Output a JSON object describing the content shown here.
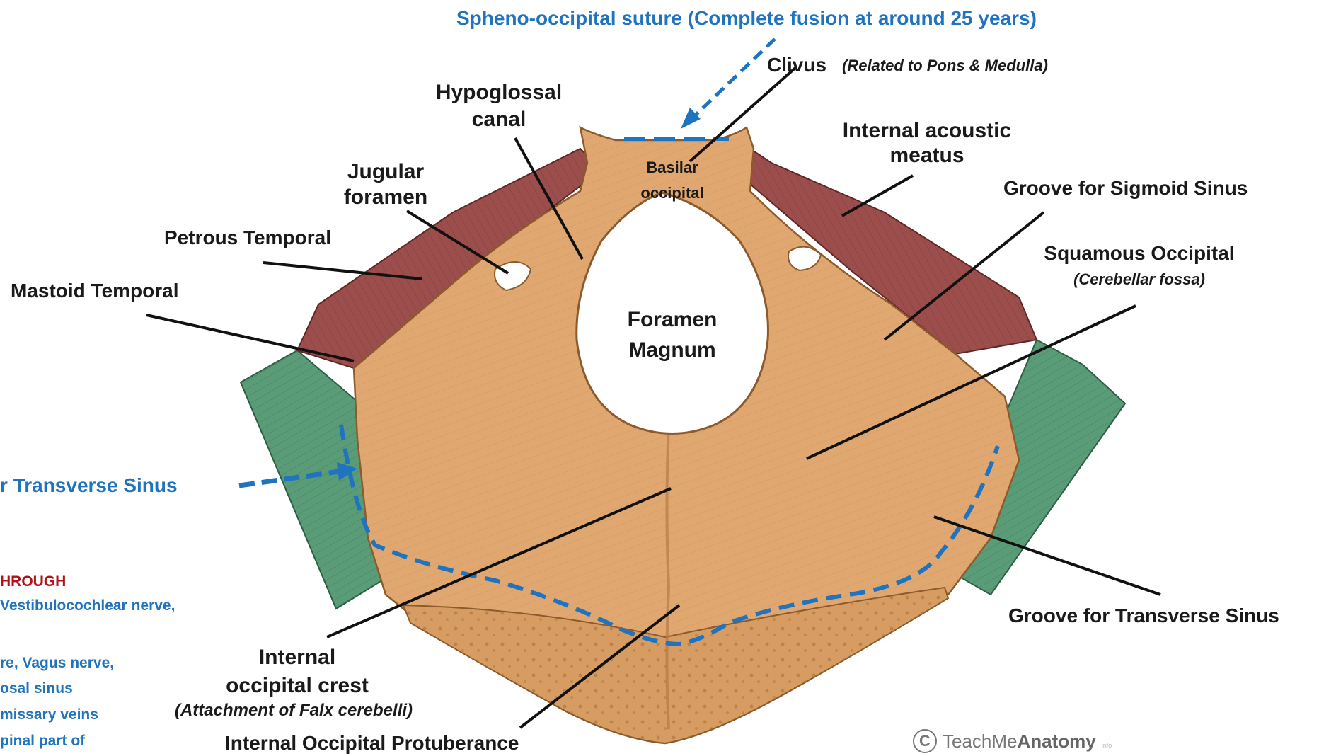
{
  "labels": {
    "spheno_occipital": "Spheno-occipital suture (Complete fusion at around 25 years)",
    "clivus": "Clivus",
    "clivus_note": "(Related to Pons & Medulla)",
    "hypoglossal_1": "Hypoglossal",
    "hypoglossal_2": "canal",
    "internal_acoustic_1": "Internal acoustic",
    "internal_acoustic_2": "meatus",
    "basilar_1": "Basilar",
    "basilar_2": "occipital",
    "jugular_1": "Jugular",
    "jugular_2": "foramen",
    "groove_sigmoid": "Groove for Sigmoid Sinus",
    "petrous_temporal": "Petrous Temporal",
    "squamous_occipital": "Squamous Occipital",
    "squamous_note": "(Cerebellar fossa)",
    "mastoid_temporal": "Mastoid Temporal",
    "foramen_1": "Foramen",
    "foramen_2": "Magnum",
    "groove_transverse_left": "r Transverse Sinus",
    "groove_transverse_right": "Groove for Transverse Sinus",
    "internal_crest_1": "Internal",
    "internal_crest_2": "occipital crest",
    "internal_crest_note": "(Attachment of Falx cerebelli)",
    "protuberance": "Internal Occipital Protuberance"
  },
  "side_note": {
    "heading": "HROUGH",
    "lines": [
      "Vestibulocochlear nerve,",
      "re, Vagus nerve,",
      "osal sinus",
      "missary veins",
      "pinal part of"
    ]
  },
  "watermark": {
    "symbol": "C",
    "brand_plain": "TeachMe",
    "brand_bold": "Anatomy",
    "brand_suffix": "info"
  },
  "colors": {
    "bone": "#e0a870",
    "bone_dark": "#c58a52",
    "temporal": "#9b4e4c",
    "mastoid": "#5b9c78",
    "label_black": "#1a1a1a",
    "label_blue": "#1f73bf",
    "label_red": "#b01418"
  }
}
